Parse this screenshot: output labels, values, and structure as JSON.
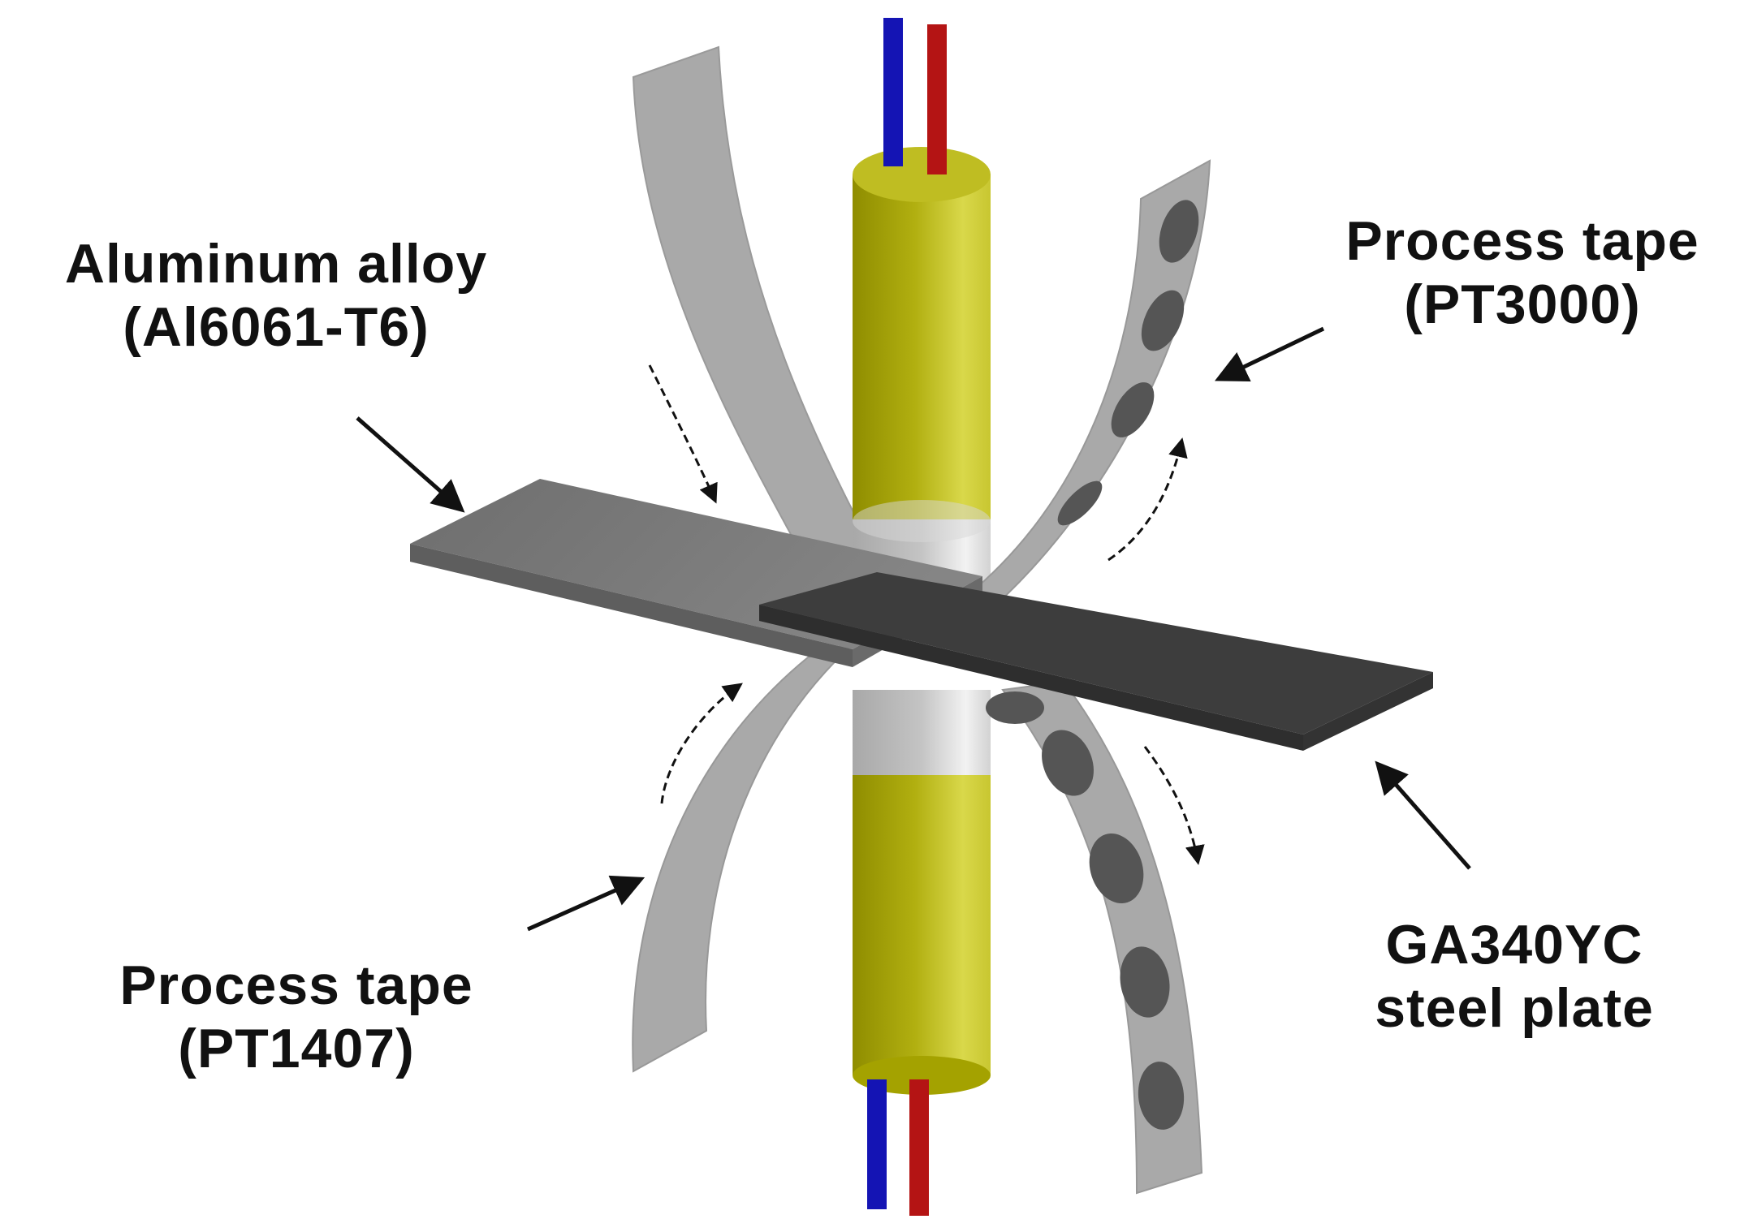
{
  "labels": {
    "aluminum": {
      "name": "Aluminum alloy",
      "grade": "(Al6061-T6)"
    },
    "tape_top": {
      "name": "Process tape",
      "grade": "(PT3000)"
    },
    "tape_bottom": {
      "name": "Process tape",
      "grade": "(PT1407)"
    },
    "steel": {
      "name": "GA340YC",
      "grade": "steel plate"
    }
  },
  "colors": {
    "electrode": "#a8a600",
    "electrode_highlight": "#d8d640",
    "electrode_tip": "#c9c9c9",
    "wire_blue": "#1414b4",
    "wire_red": "#b41414",
    "tape": "#a8a8a8",
    "aluminum_plate": "#7c7c7c",
    "steel_plate": "#3c3c3c",
    "dot": "#555555",
    "arrow": "#111111"
  }
}
